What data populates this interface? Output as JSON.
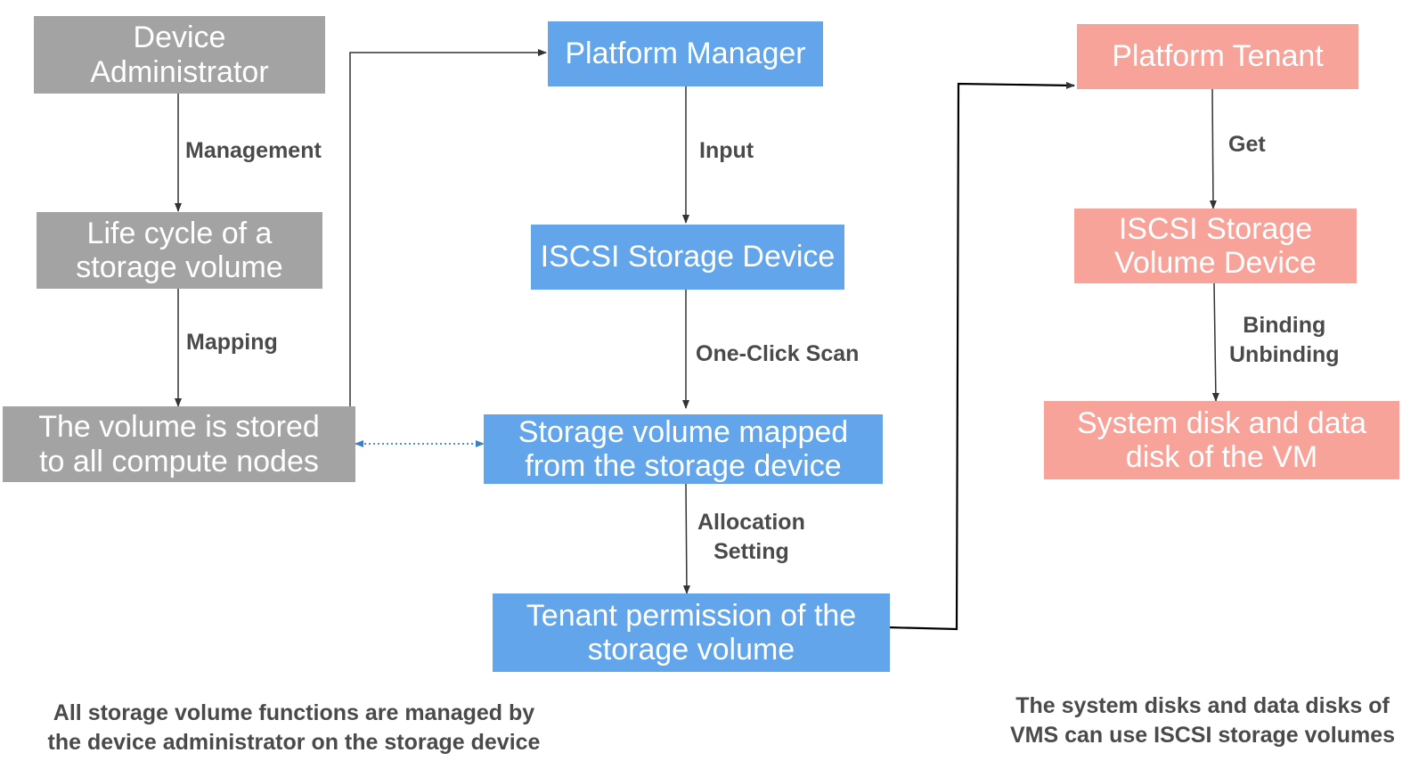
{
  "colors": {
    "gray_box": "#a3a3a3",
    "blue_box": "#62a5ea",
    "pink_box": "#f7a39a",
    "arrow": "#333333",
    "dotted_link": "#3a80c8",
    "label_text": "#4a4a4a"
  },
  "columns": {
    "admin": {
      "boxes": [
        "Device\nAdministrator",
        "Life cycle of a\nstorage volume",
        "The volume is stored\nto all compute nodes"
      ],
      "edges": [
        "Management",
        "Mapping"
      ]
    },
    "platform": {
      "boxes": [
        "Platform Manager",
        "ISCSI Storage Device",
        "Storage volume mapped\nfrom the storage device",
        "Tenant permission of the\nstorage volume"
      ],
      "edges": [
        "Input",
        "One-Click Scan",
        "Allocation\nSetting"
      ]
    },
    "tenant": {
      "boxes": [
        "Platform Tenant",
        "ISCSI Storage\nVolume Device",
        "System disk and data\ndisk of the VM"
      ],
      "edges": [
        "Get",
        "Binding\nUnbinding"
      ]
    }
  },
  "notes": {
    "left": "All storage volume functions are managed by\nthe device administrator on the storage device",
    "right": "The system disks and data disks of\nVMS can use ISCSI storage volumes"
  }
}
